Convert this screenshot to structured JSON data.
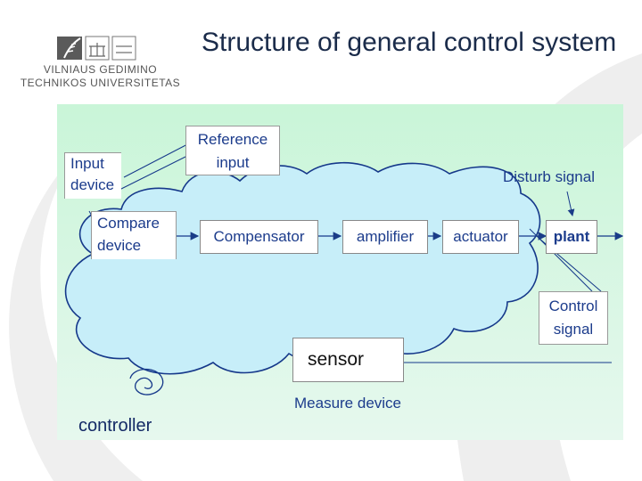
{
  "slide": {
    "title": "Structure of general control system"
  },
  "logo": {
    "line1": "VILNIAUS GEDIMINO",
    "line2": "TECHNIKOS UNIVERSITETAS"
  },
  "diagram": {
    "reference_input": "Reference input",
    "input_device": "Input device",
    "compare_device": "Compare device",
    "compensator": "Compensator",
    "amplifier": "amplifier",
    "actuator": "actuator",
    "plant": "plant",
    "disturb_signal": "Disturb signal",
    "control_signal": "Control signal",
    "sensor": "sensor",
    "measure_device": "Measure device",
    "controller": "controller"
  },
  "colors": {
    "label_blue": "#1c3c8c",
    "diagram_bg_top": "#c9f5d8",
    "diagram_bg_bottom": "#e6f8ee",
    "cloud_fill": "#c7eef9"
  }
}
